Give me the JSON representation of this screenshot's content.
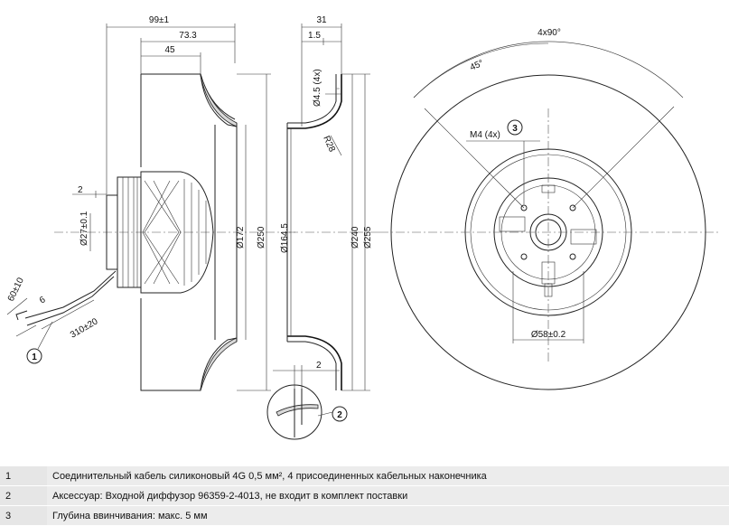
{
  "dimensions": {
    "overall_length": "99±1",
    "length_73": "73.3",
    "length_45": "45",
    "gap_2_left": "2",
    "hub_dia": "Ø27±0.1",
    "dia_172": "Ø172",
    "dia_250": "Ø250",
    "cable_60": "60±10",
    "cable_6": "6",
    "cable_310": "310±20",
    "width_31": "31",
    "width_1_5": "1.5",
    "hole_4_5": "Ø4.5 (4x)",
    "radius_28": "R28",
    "dia_164_5": "Ø164.5",
    "dia_240": "Ø240",
    "dia_255": "Ø255",
    "gap_2_right": "2",
    "angle_4x90": "4x90°",
    "angle_45": "45°",
    "thread_m4": "M4 (4x)",
    "dia_58": "Ø58±0.2"
  },
  "callouts": {
    "c1": "1",
    "c2": "2",
    "c3": "3"
  },
  "legend": [
    {
      "num": "1",
      "text": "Соединительный кабель силиконовый 4G 0,5 мм², 4 присоединенных кабельных наконечника"
    },
    {
      "num": "2",
      "text": "Аксессуар: Входной диффузор 96359-2-4013, не входит в комплект поставки"
    },
    {
      "num": "3",
      "text": "Глубина ввинчивания: макс. 5 мм"
    }
  ]
}
